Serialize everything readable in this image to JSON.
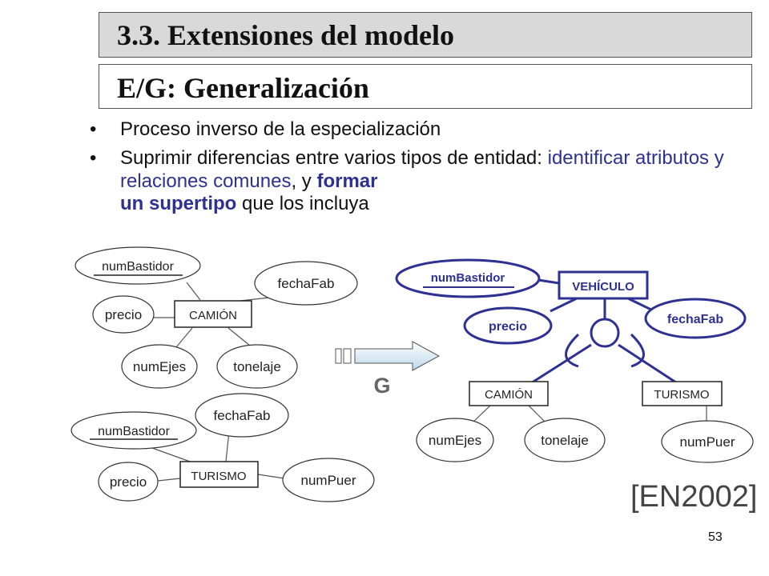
{
  "title_main": "3.3. Extensiones del modelo",
  "title_sub": "E/G: Generalización",
  "bullets": {
    "b1": "Proceso inverso de la especialización",
    "b2_lead": "Suprimir diferencias entre varios tipos de entidad: ",
    "b2_blue": "identificar atributos y relaciones comunes",
    "b2_mid": ", y ",
    "b2_bold1": "formar",
    "b2_bold2": "un supertipo",
    "b2_tail": " que los incluya"
  },
  "left_camion": {
    "entity": "CAMIÓN",
    "attrs": [
      "numBastidor",
      "fechaFab",
      "precio",
      "numEjes",
      "tonelaje"
    ]
  },
  "left_turismo": {
    "entity": "TURISMO",
    "attrs": [
      "fechaFab",
      "numBastidor",
      "precio",
      "numPuer"
    ]
  },
  "arrow_label": "G",
  "right": {
    "super_entity": "VEHÍCULO",
    "super_attrs": [
      "numBastidor",
      "precio",
      "fechaFab"
    ],
    "sub1": "CAMIÓN",
    "sub1_attrs": [
      "numEjes",
      "tonelaje"
    ],
    "sub2": "TURISMO",
    "sub2_attrs": [
      "numPuer"
    ]
  },
  "colors": {
    "accent": "#2e3192",
    "title_bg": "#d9d9d9",
    "arrow_fill": "#cfe2ee"
  },
  "reference": "[EN2002]",
  "page_number": "53"
}
